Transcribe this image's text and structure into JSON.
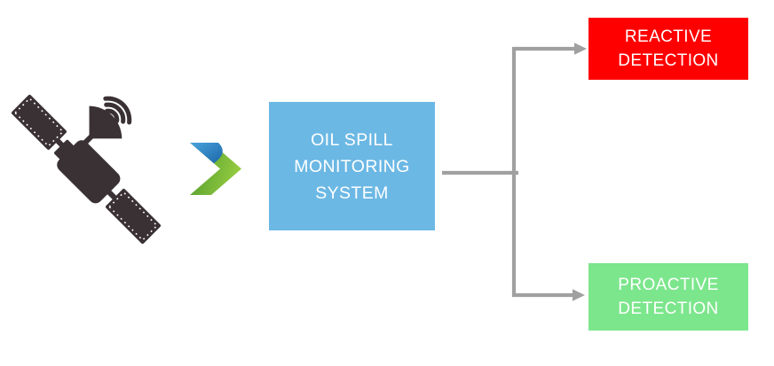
{
  "diagram": {
    "title": "Oil spill monitoring system flow diagram",
    "colors": {
      "background": "#ffffff",
      "satellite": "#3a3134",
      "chevron_blue_light": "#4aa4dd",
      "chevron_blue_dark": "#1b66a8",
      "chevron_green_dark": "#4c982c",
      "chevron_green_light": "#93ca40",
      "monitor_box": "#6cb8e4",
      "reactive_box": "#fe0000",
      "proactive_box": "#7ce68c",
      "connector": "#a0a0a0",
      "box_text": "#ffffff",
      "panel_dots": "#ffffff"
    },
    "icons": [
      {
        "name": "satellite-icon",
        "meaning": "satellite with solar panels, dish antenna and signal waves"
      },
      {
        "name": "chevron-right-icon",
        "meaning": "blue and green arrow chevron pointing right"
      }
    ],
    "nodes": {
      "monitor": {
        "label": "OIL SPILL MONITORING SYSTEM",
        "lines": [
          "OIL SPILL",
          "MONITORING",
          "SYSTEM"
        ]
      },
      "reactive": {
        "label": "REACTIVE DETECTION",
        "lines": [
          "REACTIVE",
          "DETECTION"
        ]
      },
      "proactive": {
        "label": "PROACTIVE DETECTION",
        "lines": [
          "PROACTIVE",
          "DETECTION"
        ]
      }
    },
    "connections": [
      {
        "from": "monitor",
        "to": "reactive",
        "style": "elbow-arrow"
      },
      {
        "from": "monitor",
        "to": "proactive",
        "style": "elbow-arrow"
      }
    ]
  }
}
